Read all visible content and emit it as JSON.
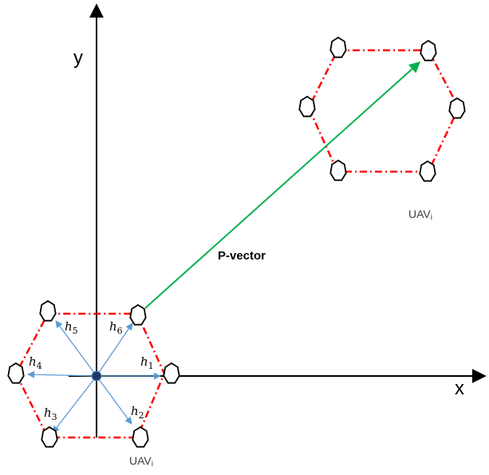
{
  "axes": {
    "x_label": "x",
    "y_label": "y"
  },
  "vector_label": "P-vector",
  "formation_labels": {
    "lower": "UAV",
    "upper": "UAV",
    "subscript": "i"
  },
  "offset_vectors": [
    {
      "symbol": "h",
      "index": "1"
    },
    {
      "symbol": "h",
      "index": "2"
    },
    {
      "symbol": "h",
      "index": "3"
    },
    {
      "symbol": "h",
      "index": "4"
    },
    {
      "symbol": "h",
      "index": "5"
    },
    {
      "symbol": "h",
      "index": "6"
    }
  ],
  "colors": {
    "axis": "#000000",
    "hexagon_edge": "#ff0000",
    "offset_arrow": "#5b9bd5",
    "p_vector": "#00b050",
    "drone": "#000000",
    "origin": "#1f3864"
  }
}
